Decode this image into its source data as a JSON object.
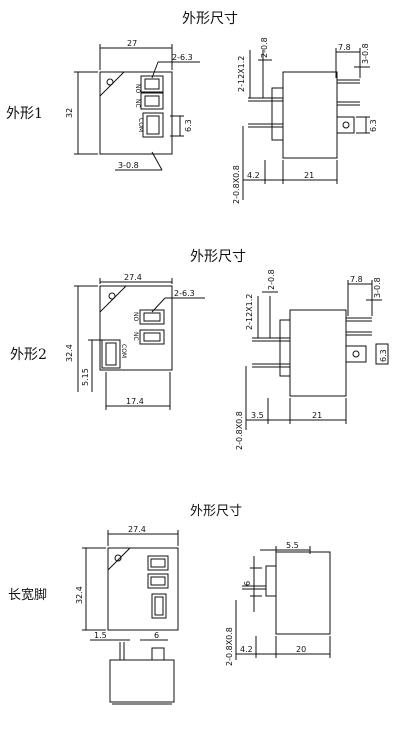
{
  "sections": [
    {
      "title": "外形尺寸",
      "variant": "外形1",
      "front": {
        "width": "27",
        "height": "32",
        "pin_top": "2-6.3",
        "pin_bottom": "3-0.8",
        "pin_right": "6.3",
        "labels": [
          "NO",
          "NC",
          "COM"
        ]
      },
      "side": {
        "top_left": "2-12X1.2",
        "top_mid": "2-0.8",
        "top_r1": "7.8",
        "top_r2": "3-0.8",
        "right": "6.3",
        "bot_left": "2-0.8X0.8",
        "bot_a": "4.2",
        "bot_b": "21"
      }
    },
    {
      "title": "外形尺寸",
      "variant": "外形2",
      "front": {
        "width": "27.4",
        "height": "32.4",
        "pin_top": "2-6.3",
        "pin_left": "5.15",
        "pin_bottom": "17.4",
        "labels": [
          "NO",
          "NC",
          "COM"
        ]
      },
      "side": {
        "top_left": "2-12X1.2",
        "top_mid": "2-0.8",
        "top_r1": "7.8",
        "top_r2": "3-0.8",
        "right": "6.3",
        "bot_left": "2-0.8X0.8",
        "bot_a": "3.5",
        "bot_b": "21"
      }
    },
    {
      "title": "外形尺寸",
      "variant": "长宽脚",
      "front": {
        "width": "27.4",
        "height": "32.4"
      },
      "side": {
        "top": "5.5",
        "left": "6",
        "bot_left": "2-0.8X0.8",
        "bot_a": "4.2",
        "bot_b": "20"
      },
      "bottom": {
        "a": "1.5",
        "b": "6"
      }
    }
  ]
}
